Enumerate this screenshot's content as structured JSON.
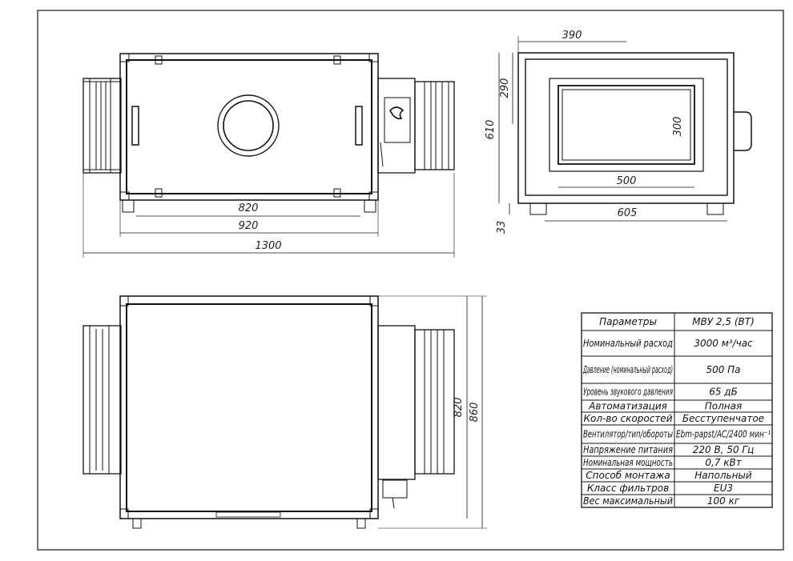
{
  "dimensions": {
    "d820": "820",
    "d920": "920",
    "d1300": "1300",
    "d390": "390",
    "d290": "290",
    "d610": "610",
    "d300": "300",
    "d500": "500",
    "d605": "605",
    "d33": "33",
    "d820v": "820",
    "d860": "860"
  },
  "table": {
    "header": {
      "param": "Параметры",
      "value": "МВУ 2,5 (ВТ)"
    },
    "rows": [
      {
        "param": "Номинальный расход",
        "value": "3000 м³/час"
      },
      {
        "param": "Давление (номинальный расход)",
        "value": "500 Па"
      },
      {
        "param": "Уровень звукового давления",
        "value": "65 дБ"
      },
      {
        "param": "Автоматизация",
        "value": "Полная"
      },
      {
        "param": "Кол-во скоростей",
        "value": "Бесступенчатое"
      },
      {
        "param": "Вентилятор/тип/обороты",
        "value": "Ebm-papst/AC/2400 мин⁻¹"
      },
      {
        "param": "Напряжение питания",
        "value": "220 В, 50 Гц"
      },
      {
        "param": "Номинальная мощность",
        "value": "0,7 кВт"
      },
      {
        "param": "Способ монтажа",
        "value": "Напольный"
      },
      {
        "param": "Класс фильтров",
        "value": "EU3"
      },
      {
        "param": "Вес максимальный",
        "value": "100 кг"
      }
    ]
  }
}
